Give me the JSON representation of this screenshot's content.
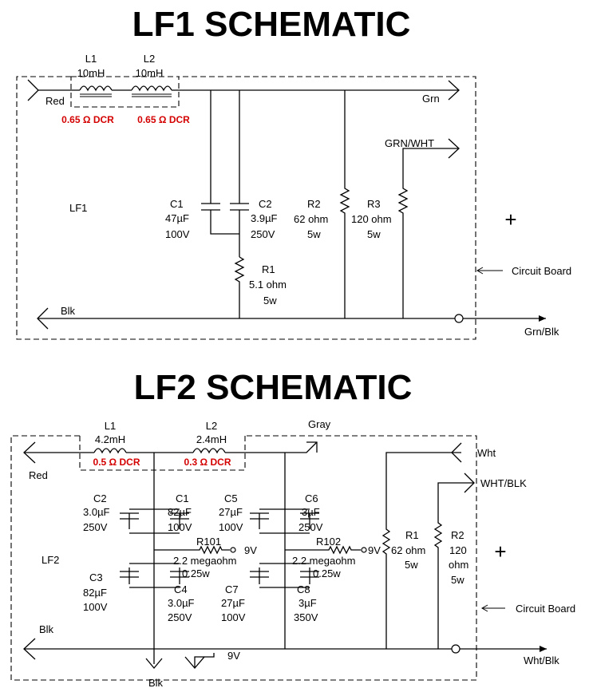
{
  "lf1": {
    "title": "LF1 SCHEMATIC",
    "board_label": "LF1",
    "L1": {
      "name": "L1",
      "value": "10mH",
      "dcr": "0.65 Ω DCR"
    },
    "L2": {
      "name": "L2",
      "value": "10mH",
      "dcr": "0.65 Ω DCR"
    },
    "C1": {
      "name": "C1",
      "value": "47µF",
      "voltage": "100V"
    },
    "C2": {
      "name": "C2",
      "value": "3.9µF",
      "voltage": "250V"
    },
    "R1": {
      "name": "R1",
      "value": "5.1 ohm",
      "power": "5w"
    },
    "R2": {
      "name": "R2",
      "value": "62 ohm",
      "power": "5w"
    },
    "R3": {
      "name": "R3",
      "value": "120 ohm",
      "power": "5w"
    },
    "wires": {
      "red": "Red",
      "grn": "Grn",
      "grn_wht": "GRN/WHT",
      "blk": "Blk",
      "grn_blk": "Grn/Blk"
    },
    "plus": "+",
    "circuit_board": "Circuit Board"
  },
  "lf2": {
    "title": "LF2 SCHEMATIC",
    "board_label": "LF2",
    "L1": {
      "name": "L1",
      "value": "4.2mH",
      "dcr": "0.5 Ω DCR"
    },
    "L2": {
      "name": "L2",
      "value": "2.4mH",
      "dcr": "0.3 Ω DCR"
    },
    "C1": {
      "name": "C1",
      "value": "82µF",
      "voltage": "100V"
    },
    "C2": {
      "name": "C2",
      "value": "3.0µF",
      "voltage": "250V"
    },
    "C3": {
      "name": "C3",
      "value": "82µF",
      "voltage": "100V"
    },
    "C4": {
      "name": "C4",
      "value": "3.0µF",
      "voltage": "250V"
    },
    "C5": {
      "name": "C5",
      "value": "27µF",
      "voltage": "100V"
    },
    "C6": {
      "name": "C6",
      "value": "3µF",
      "voltage": "250V"
    },
    "C7": {
      "name": "C7",
      "value": "27µF",
      "voltage": "100V"
    },
    "C8": {
      "name": "C8",
      "value": "3µF",
      "voltage": "350V"
    },
    "R101": {
      "name": "R101",
      "value": "2.2 megaohm",
      "power": "0.25w",
      "bias": "9V"
    },
    "R102": {
      "name": "R102",
      "value": "2.2 megaohm",
      "power": "0.25w",
      "bias": "9V"
    },
    "R1": {
      "name": "R1",
      "value": "62 ohm",
      "power": "5w"
    },
    "R2": {
      "name": "R2",
      "value": "120",
      "value2": "ohm",
      "power": "5w"
    },
    "wires": {
      "red": "Red",
      "gray": "Gray",
      "wht": "Wht",
      "wht_blk": "WHT/BLK",
      "blk": "Blk",
      "blk_bottom": "Blk",
      "wht_blk_out": "Wht/Blk",
      "bias_9v": "9V"
    },
    "plus": "+",
    "circuit_board": "Circuit Board"
  }
}
